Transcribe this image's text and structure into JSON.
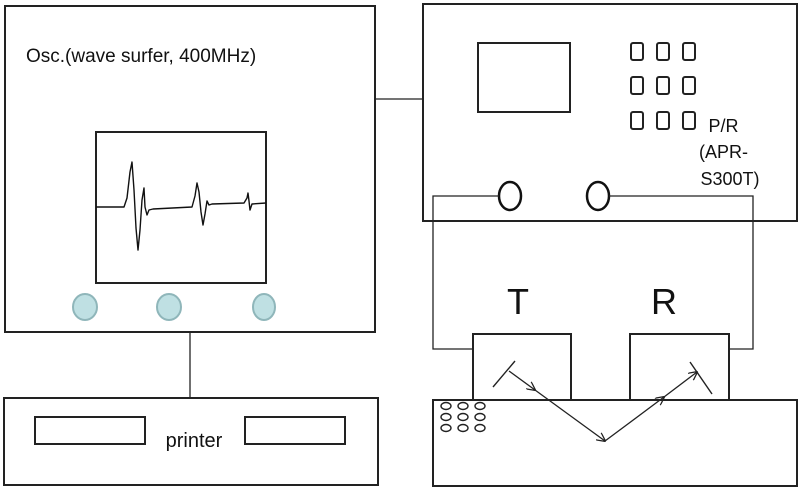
{
  "oscilloscope": {
    "label": "Osc.(wave surfer, 400MHz)",
    "knob_color": "#bfe0e3"
  },
  "pulser_receiver": {
    "label_lines": [
      "P/R",
      "(APR-",
      "S300T)"
    ]
  },
  "transducers": {
    "transmitter": "T",
    "receiver": "R"
  },
  "printer": {
    "label": "printer"
  },
  "colors": {
    "stroke": "#222222",
    "knob_fill": "#bfe0e3",
    "knob_stroke": "#8fb6ba"
  }
}
